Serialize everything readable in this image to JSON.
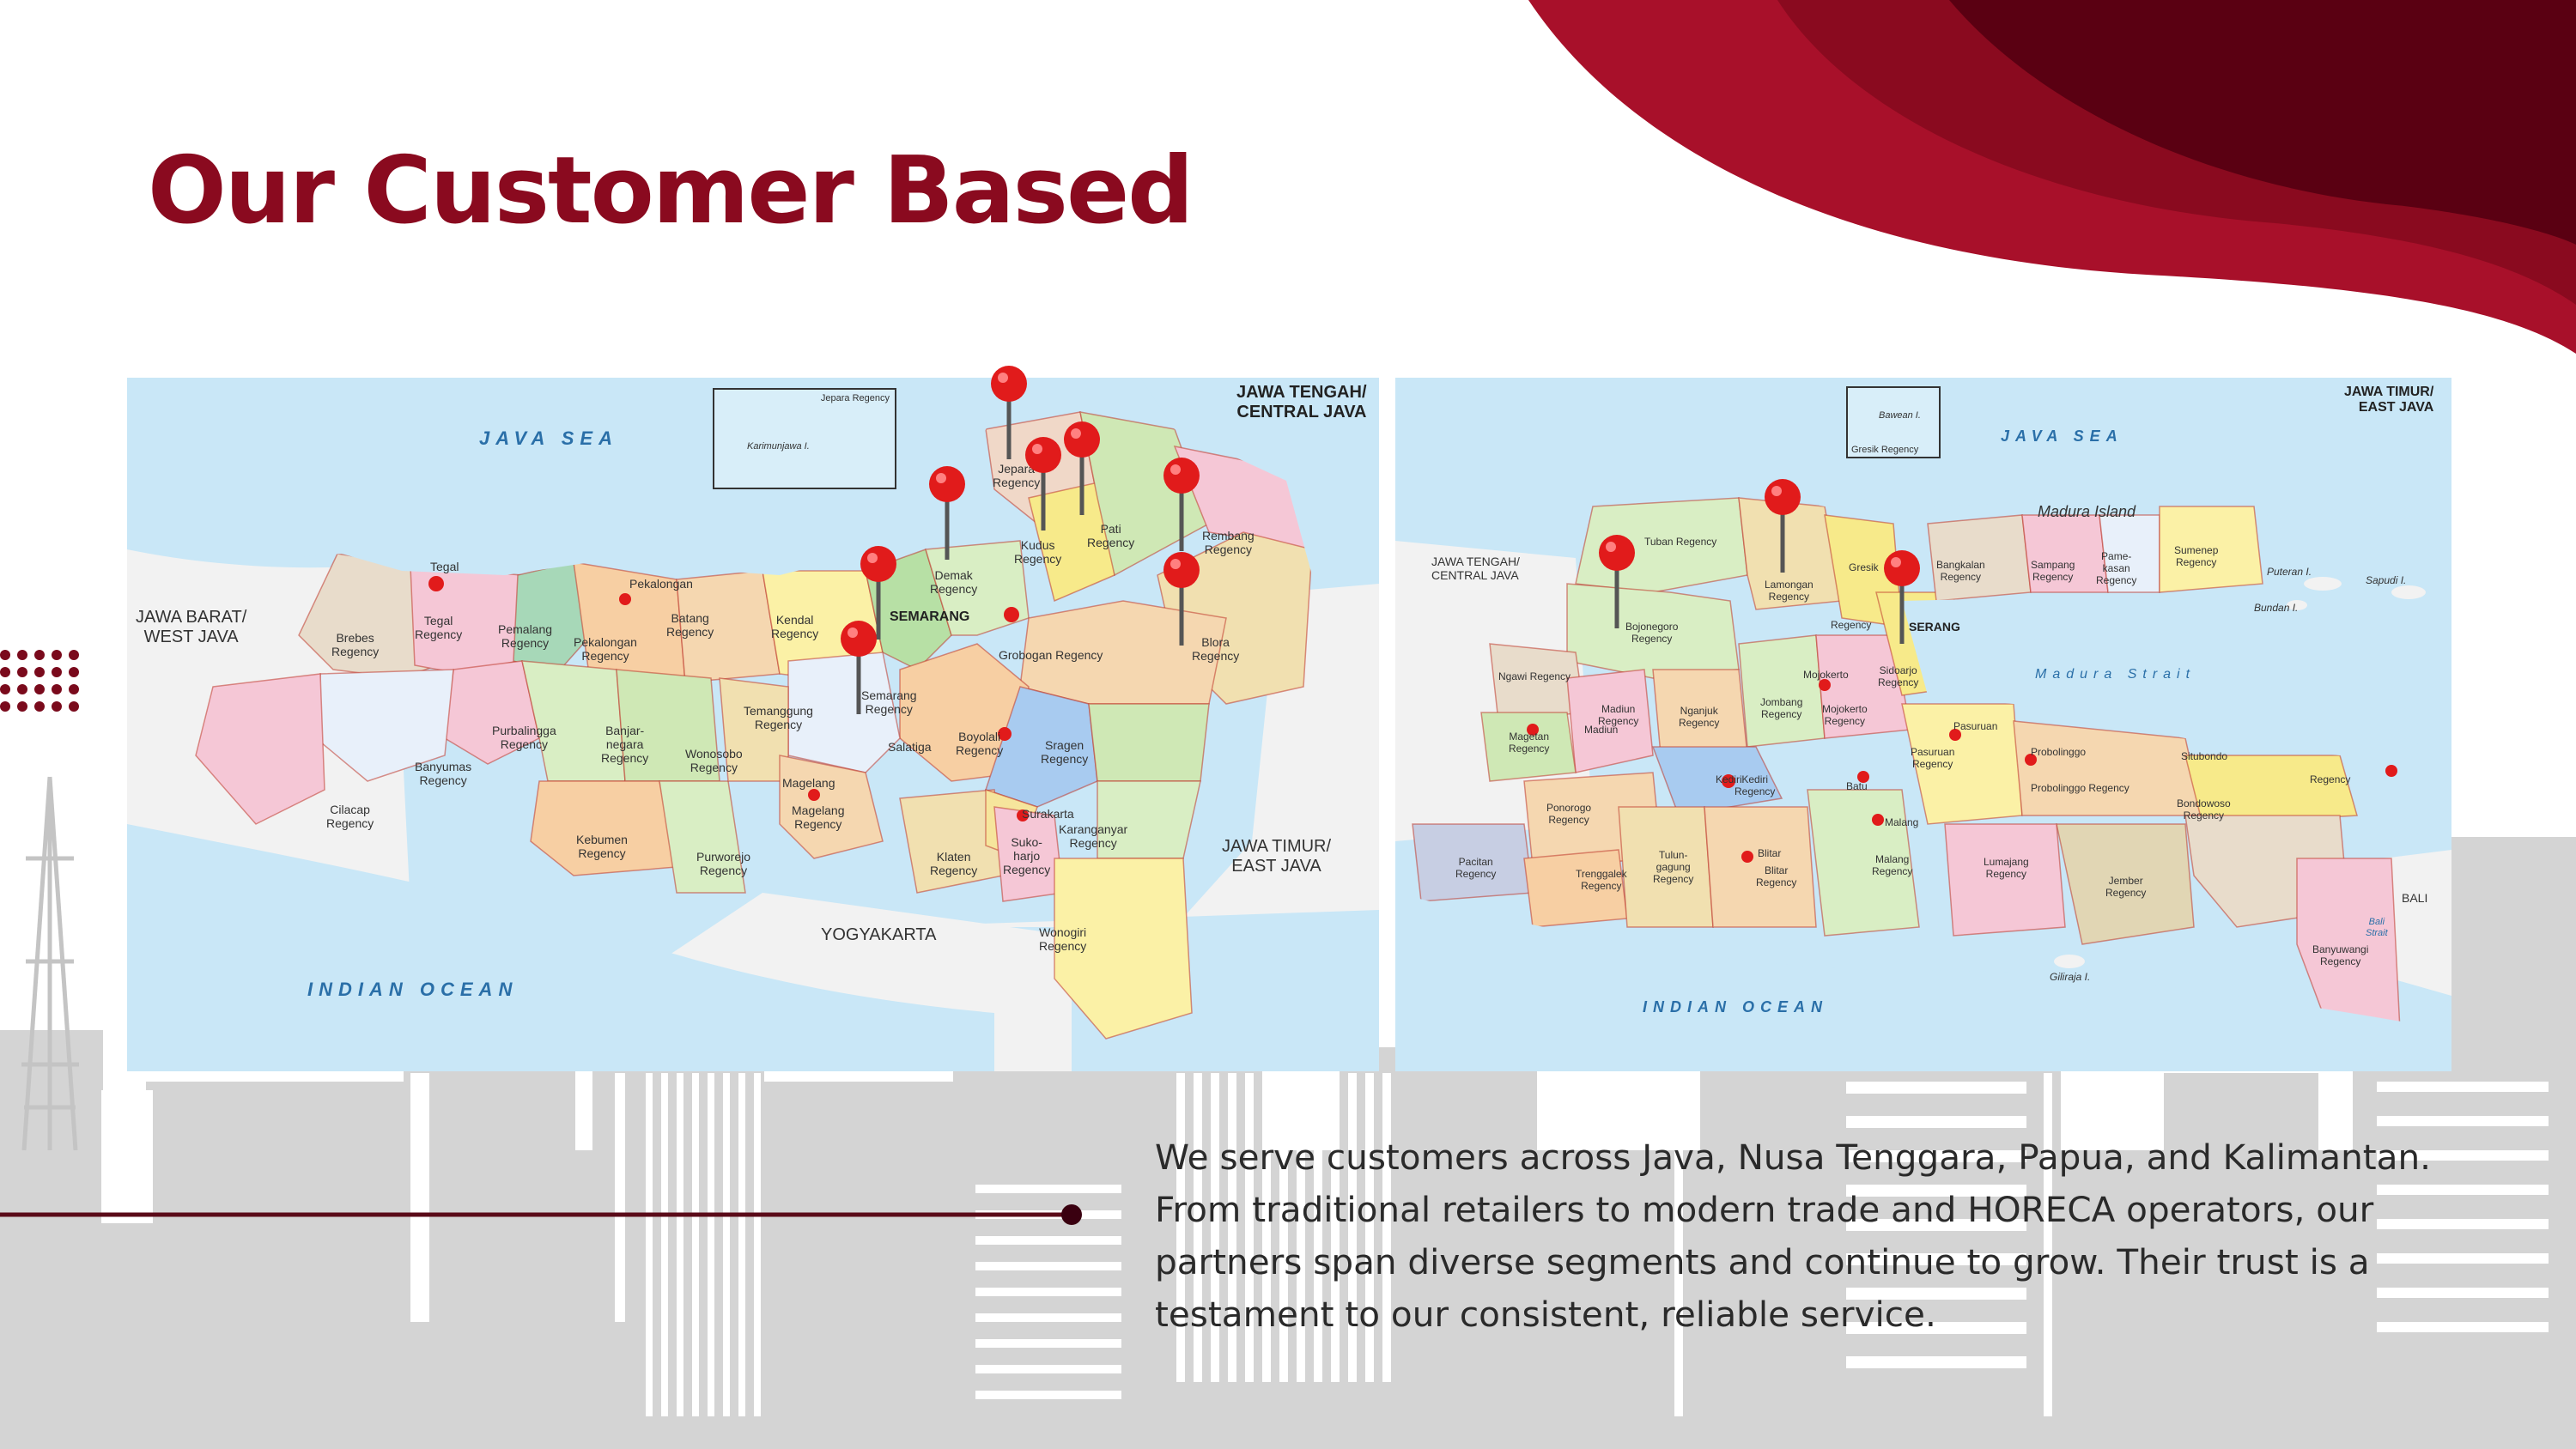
{
  "slide": {
    "title": "Our Customer Based",
    "body": "We serve customers across Java, Nusa Tenggara, Papua, and Kalimantan. From traditional retailers to modern trade and HORECA operators, our partners span diverse segments and continue to grow. Their trust is a testament to our consistent, reliable service."
  },
  "colors": {
    "title": "#8a0a1f",
    "wave_light": "#a8102a",
    "wave_dark": "#5a0012",
    "dots": "#7a0a1c",
    "skyline": "#d4d4d4",
    "line": "#5a0a18",
    "sea": "#c9e7f7",
    "pin": "#e11b1b"
  },
  "map_central": {
    "province": "JAWA TENGAH/\nCENTRAL JAVA",
    "sea_north": "JAVA   SEA",
    "sea_south": "INDIAN   OCEAN",
    "neighbor_west": "JAWA BARAT/\nWEST JAVA",
    "neighbor_east": "JAWA TIMUR/\nEAST JAVA",
    "neighbor_south": "YOGYAKARTA",
    "capital": "SEMARANG",
    "inset_title": "Jepara Regency",
    "inset_island": "Karimunjawa I.",
    "regions": [
      "Tegal",
      "Tegal\nRegency",
      "Pekalongan",
      "Brebes\nRegency",
      "Pemalang\nRegency",
      "Pekalongan\nRegency",
      "Batang\nRegency",
      "Kendal\nRegency",
      "Demak\nRegency",
      "Jepara\nRegency",
      "Kudus\nRegency",
      "Pati\nRegency",
      "Rembang\nRegency",
      "Blora\nRegency",
      "Grobogan Regency",
      "Semarang\nRegency",
      "Salatiga",
      "Temanggung\nRegency",
      "Purbalingga\nRegency",
      "Banjar-\nnegara\nRegency",
      "Wonosobo\nRegency",
      "Banyumas\nRegency",
      "Cilacap\nRegency",
      "Kebumen\nRegency",
      "Purworejo\nRegency",
      "Magelang",
      "Magelang\nRegency",
      "Boyolali\nRegency",
      "Sragen\nRegency",
      "Surakarta",
      "Karanganyar\nRegency",
      "Klaten\nRegency",
      "Suko-\nharjo\nRegency",
      "Wonogiri\nRegency"
    ]
  },
  "map_east": {
    "province": "JAWA TIMUR/\nEAST JAVA",
    "sea_north": "JAVA   SEA",
    "sea_south": "INDIAN   OCEAN",
    "strait": "Madura    Strait",
    "island": "Madura Island",
    "neighbor_west": "JAWA TENGAH/\nCENTRAL JAVA",
    "neighbor_east": "BALI",
    "bali_strait": "Bali\nStrait",
    "capital": "SERANG",
    "inset_island": "Bawean I.",
    "inset_title": "Gresik Regency",
    "islands": [
      "Puteran I.",
      "Sapudi I.",
      "Bundan I.",
      "Giliraja I."
    ],
    "regions": [
      "Tuban Regency",
      "Lamongan\nRegency",
      "Gresik",
      "Regency",
      "Bangkalan\nRegency",
      "Sampang\nRegency",
      "Pame-\nkasan\nRegency",
      "Sumenep\nRegency",
      "Bojonegoro\nRegency",
      "Ngawi Regency",
      "Madiun\nRegency",
      "Madiun",
      "Magetan\nRegency",
      "Nganjuk\nRegency",
      "Jombang\nRegency",
      "Mojokerto",
      "Mojokerto\nRegency",
      "Sidoarjo\nRegency",
      "Pasuruan",
      "Pasuruan\nRegency",
      "Probolinggo",
      "Probolinggo Regency",
      "Situbondo",
      "Bondowoso\nRegency",
      "Regency",
      "Kediri",
      "Kediri\nRegency",
      "Batu",
      "Malang",
      "Malang\nRegency",
      "Ponorogo\nRegency",
      "Pacitan\nRegency",
      "Trenggalek\nRegency",
      "Tulun-\ngagung\nRegency",
      "Blitar",
      "Blitar\nRegency",
      "Lumajang\nRegency",
      "Jember\nRegency",
      "Banyuwangi\nRegency"
    ]
  }
}
